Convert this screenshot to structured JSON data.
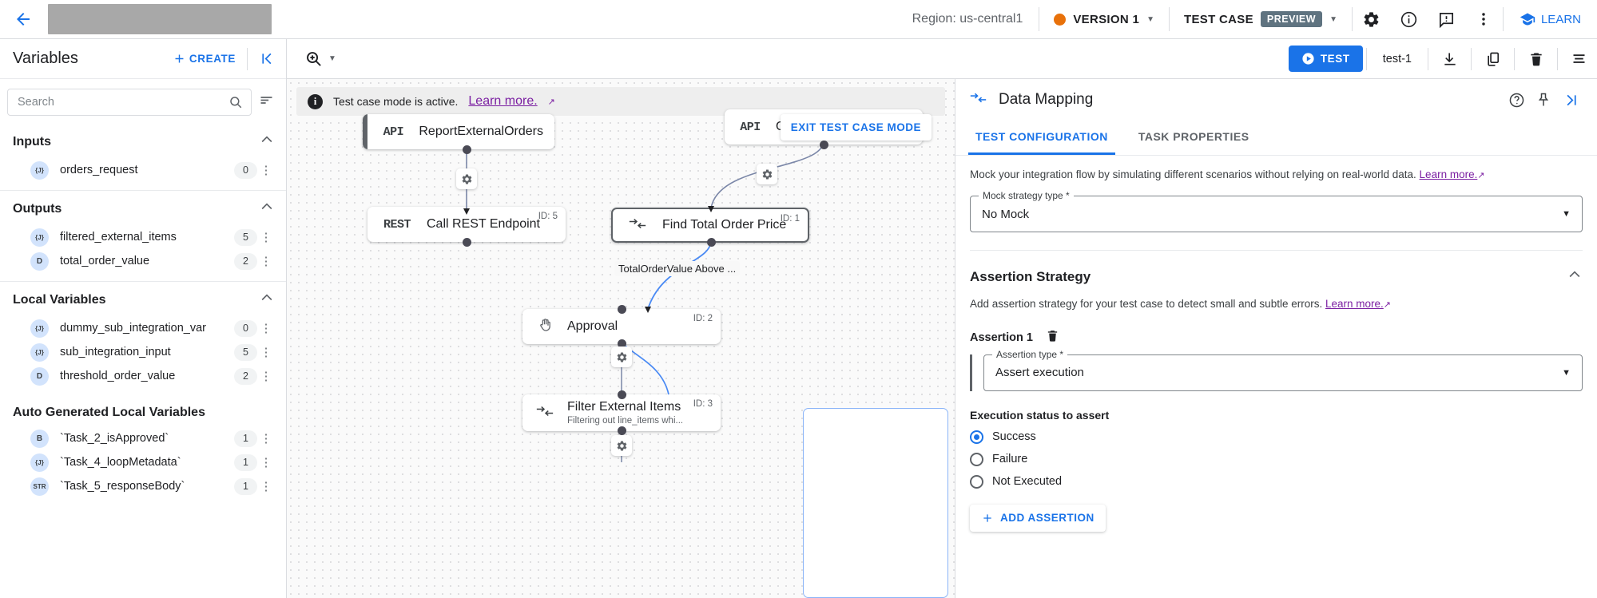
{
  "topbar": {
    "back_icon": "arrow-left-icon",
    "region": "Region: us-central1",
    "version_label": "VERSION 1",
    "version_dot_color": "#e8710a",
    "testcase_label": "TEST CASE",
    "preview_badge": "PREVIEW",
    "learn_label": "LEARN",
    "icons": [
      "gear-icon",
      "info-icon",
      "feedback-icon",
      "more-vert-icon"
    ]
  },
  "left_panel": {
    "title": "Variables",
    "create_label": "CREATE",
    "collapse_icon": "collapse-left-icon",
    "search": {
      "placeholder": "Search",
      "value": ""
    },
    "sections": [
      {
        "title": "Inputs",
        "items": [
          {
            "type": "{J}",
            "name": "orders_request",
            "count": "0"
          }
        ]
      },
      {
        "title": "Outputs",
        "items": [
          {
            "type": "{J}",
            "name": "filtered_external_items",
            "count": "5"
          },
          {
            "type": "D",
            "name": "total_order_value",
            "count": "2"
          }
        ]
      },
      {
        "title": "Local Variables",
        "items": [
          {
            "type": "{J}",
            "name": "dummy_sub_integration_var",
            "count": "0"
          },
          {
            "type": "{J}",
            "name": "sub_integration_input",
            "count": "5"
          },
          {
            "type": "D",
            "name": "threshold_order_value",
            "count": "2"
          }
        ]
      },
      {
        "title": "Auto Generated Local Variables",
        "items": [
          {
            "type": "B",
            "name": "`Task_2_isApproved`",
            "count": "1"
          },
          {
            "type": "{J}",
            "name": "`Task_4_loopMetadata`",
            "count": "1"
          },
          {
            "type": "STR",
            "name": "`Task_5_responseBody`",
            "count": "1"
          }
        ]
      }
    ]
  },
  "canvas_toolbar": {
    "zoom_icon": "zoom-in-icon",
    "test_label": "TEST",
    "test_case_name": "test-1",
    "icons": [
      "download-icon",
      "copy-icon",
      "delete-icon",
      "list-icon"
    ]
  },
  "canvas": {
    "banner_text": "Test case mode is active.",
    "banner_link": "Learn more.",
    "exit_label": "EXIT TEST CASE MODE",
    "edge_label": "TotalOrderValue Above ...",
    "nodes": [
      {
        "icon": "API",
        "title": "ReportExternalOrders",
        "sub": "",
        "id": ""
      },
      {
        "icon": "API",
        "title": "OrderProcessApiTrigger",
        "sub": "",
        "id": ""
      },
      {
        "icon": "REST",
        "title": "Call REST Endpoint",
        "sub": "",
        "id": "ID: 5"
      },
      {
        "icon": "mapping-icon",
        "title": "Find Total Order Price",
        "sub": "",
        "id": "ID: 1"
      },
      {
        "icon": "hand-icon",
        "title": "Approval",
        "sub": "",
        "id": "ID: 2"
      },
      {
        "icon": "mapping-icon",
        "title": "Filter External Items",
        "sub": "Filtering out line_items whi...",
        "id": "ID: 3"
      }
    ]
  },
  "right_panel": {
    "title": "Data Mapping",
    "header_icons": [
      "help-icon",
      "pin-icon",
      "collapse-right-icon"
    ],
    "tabs": [
      {
        "label": "TEST CONFIGURATION",
        "active": true
      },
      {
        "label": "TASK PROPERTIES",
        "active": false
      }
    ],
    "mock_desc": "Mock your integration flow by simulating different scenarios without relying on real-world data.",
    "mock_link": "Learn more.",
    "mock_field_label": "Mock strategy type *",
    "mock_field_value": "No Mock",
    "assertion_section_title": "Assertion Strategy",
    "assertion_desc": "Add assertion strategy for your test case to detect small and subtle errors.",
    "assertion_link": "Learn more.",
    "assertion_name": "Assertion 1",
    "assertion_type_label": "Assertion type *",
    "assertion_type_value": "Assert execution",
    "exec_status_label": "Execution status to assert",
    "radio_options": [
      {
        "label": "Success",
        "selected": true
      },
      {
        "label": "Failure",
        "selected": false
      },
      {
        "label": "Not Executed",
        "selected": false
      }
    ],
    "add_assertion_label": "ADD ASSERTION"
  }
}
